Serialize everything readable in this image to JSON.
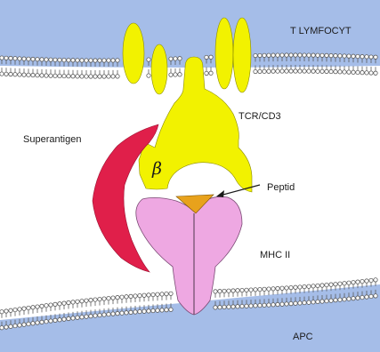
{
  "labels": {
    "t_cell": "T LYMFOCYT",
    "apc": "APC",
    "tcr": "TCR/CD3",
    "superantigen": "Superantigen",
    "peptide": "Peptid",
    "mhc": "MHC II",
    "beta": "β"
  },
  "colors": {
    "cell_fill": "#a5bde8",
    "lipid_line": "#5a5a5a",
    "tcr_fill": "#f2f200",
    "superantigen_fill": "#e01f4a",
    "mhc_fill": "#eea8e2",
    "peptide_fill": "#e8a21c"
  }
}
